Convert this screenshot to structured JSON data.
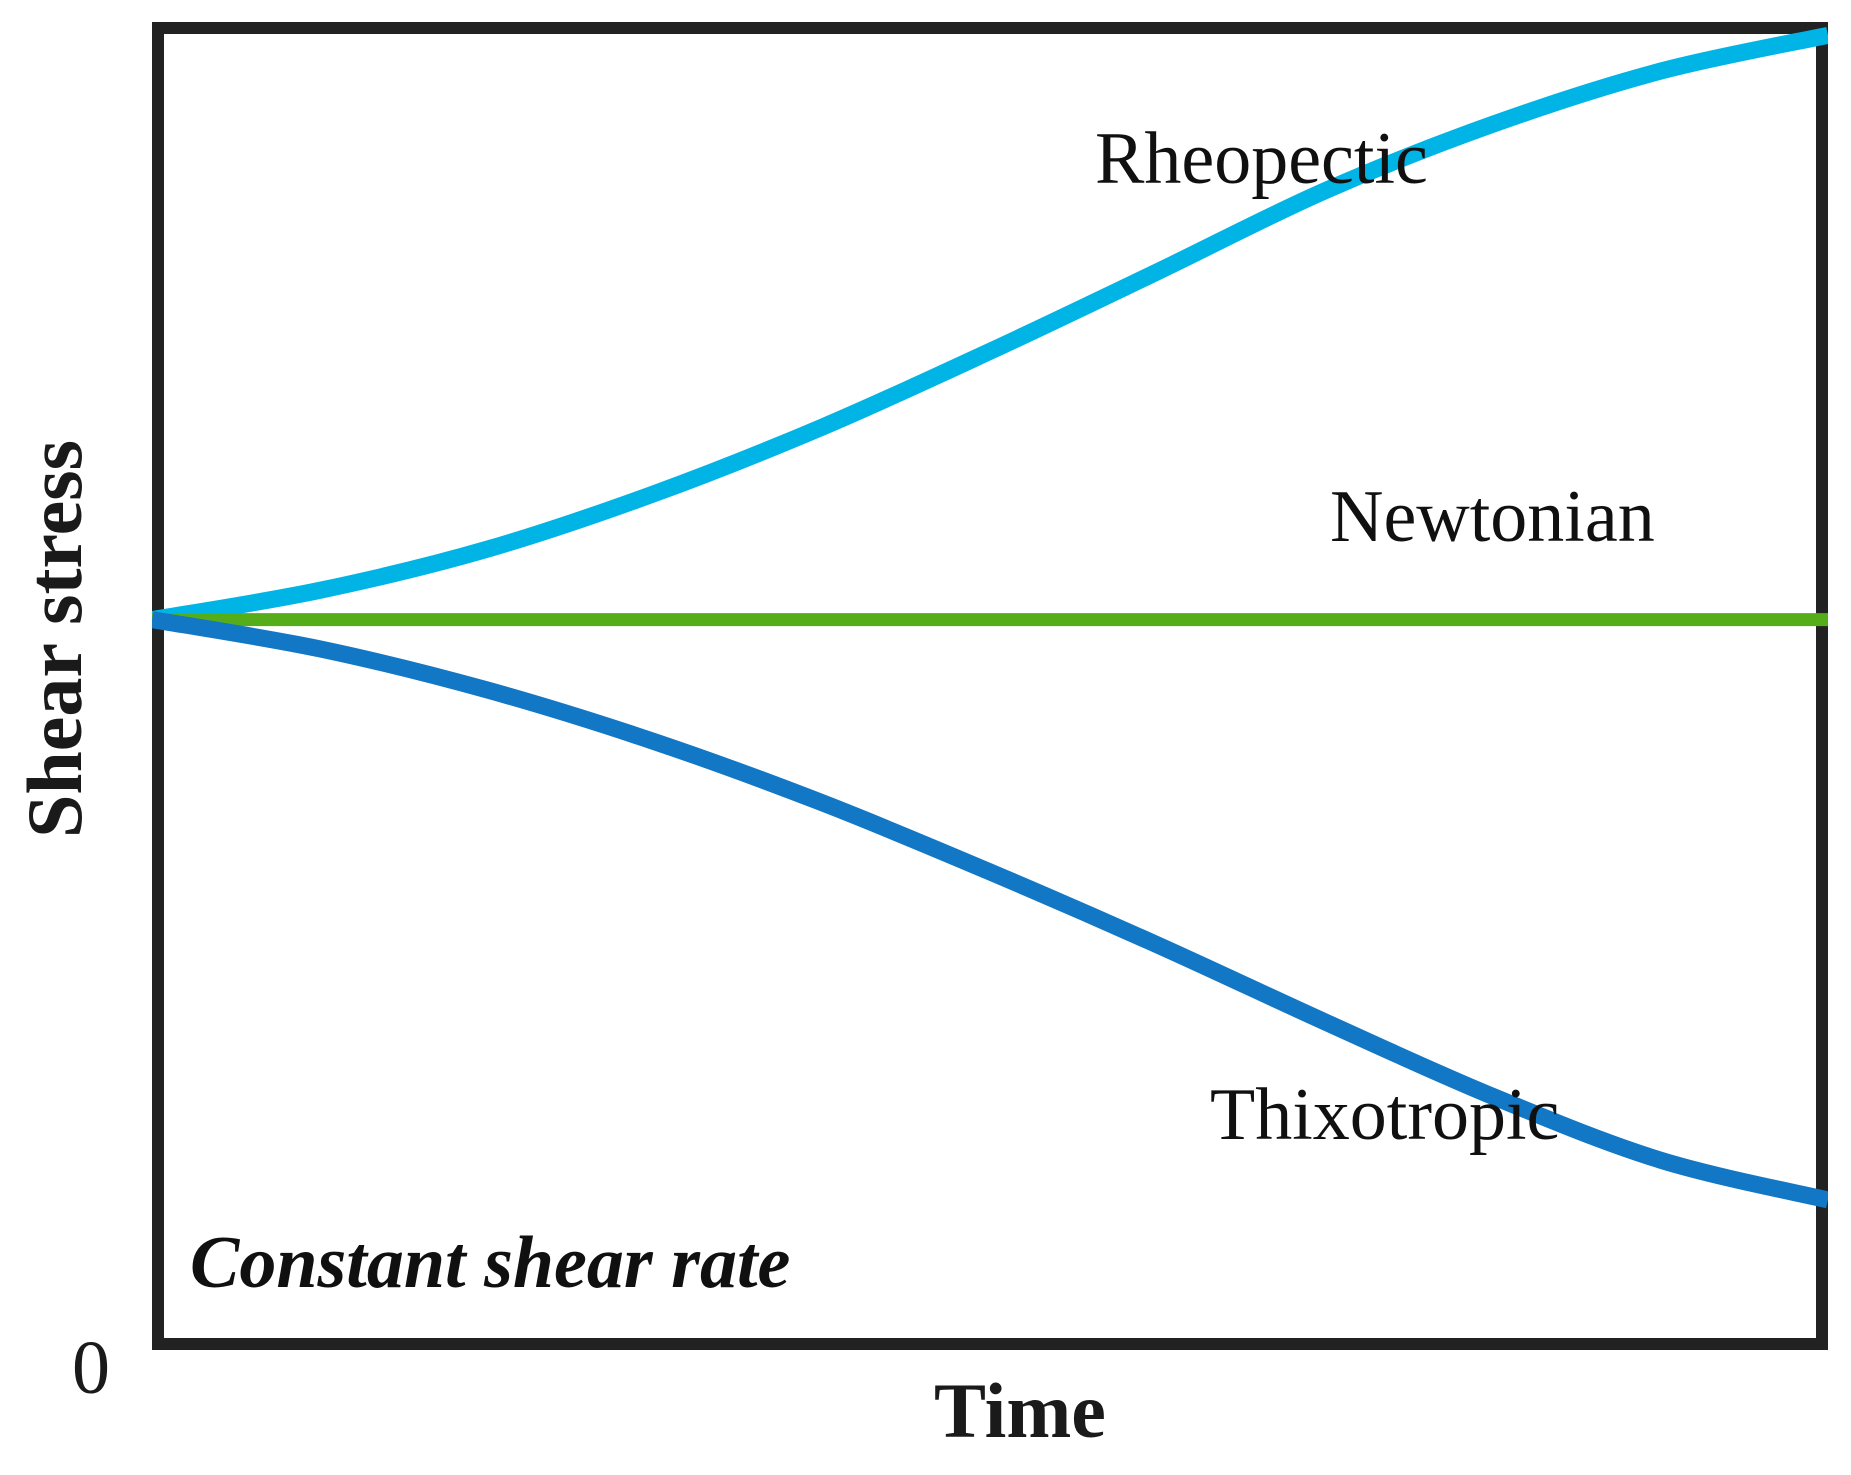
{
  "chart_data": {
    "type": "line",
    "title": "",
    "xlabel": "Time",
    "ylabel": "Shear stress",
    "annotation": "Constant shear rate",
    "origin_tick": "0",
    "grid": false,
    "legend_position": "inline-labels",
    "axis_ranges": {
      "x": [
        0,
        1
      ],
      "y": [
        0,
        1
      ]
    },
    "axis_tick_labels": {
      "x": [],
      "y": [
        "0"
      ]
    },
    "common_start_point": {
      "x": 0.0,
      "y": 0.55
    },
    "series": [
      {
        "name": "Rheopectic",
        "color": "#00b4e6",
        "label_position": {
          "x": 1095,
          "y": 122
        },
        "description": "Shear stress increases with time at constant shear rate",
        "x": [
          0.0,
          0.1,
          0.2,
          0.3,
          0.4,
          0.5,
          0.6,
          0.7,
          0.8,
          0.9,
          1.0
        ],
        "values": [
          0.55,
          0.572,
          0.603,
          0.645,
          0.695,
          0.752,
          0.812,
          0.873,
          0.923,
          0.963,
          0.99
        ]
      },
      {
        "name": "Newtonian",
        "color": "#55ae19",
        "label_position": {
          "x": 1330,
          "y": 480
        },
        "description": "Shear stress constant with time at constant shear rate",
        "x": [
          0.0,
          0.1,
          0.2,
          0.3,
          0.4,
          0.5,
          0.6,
          0.7,
          0.8,
          0.9,
          1.0
        ],
        "values": [
          0.55,
          0.55,
          0.55,
          0.55,
          0.55,
          0.55,
          0.55,
          0.55,
          0.55,
          0.55,
          0.55
        ]
      },
      {
        "name": "Thixotropic",
        "color": "#1277c4",
        "label_position": {
          "x": 1210,
          "y": 1078
        },
        "description": "Shear stress decreases with time at constant shear rate",
        "x": [
          0.0,
          0.1,
          0.2,
          0.3,
          0.4,
          0.5,
          0.6,
          0.7,
          0.8,
          0.9,
          1.0
        ],
        "values": [
          0.55,
          0.528,
          0.497,
          0.458,
          0.412,
          0.36,
          0.305,
          0.247,
          0.191,
          0.143,
          0.113
        ]
      }
    ]
  },
  "axes": {
    "y_title": "Shear stress",
    "x_title": "Time",
    "origin_label": "0",
    "frame_color": "#222222"
  },
  "annotations": {
    "constant_shear_rate": "Constant shear rate",
    "rheopectic": "Rheopectic",
    "newtonian": "Newtonian",
    "thixotropic": "Thixotropic"
  },
  "colors": {
    "rheopectic": "#00b4e6",
    "newtonian": "#55ae19",
    "thixotropic": "#1277c4",
    "frame": "#222222",
    "text": "#101010",
    "background": "#ffffff"
  }
}
